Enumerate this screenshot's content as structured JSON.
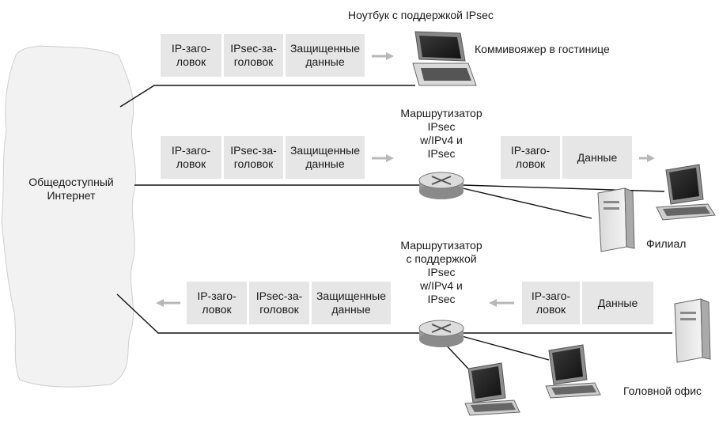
{
  "labels": {
    "laptop_title": "Ноутбук с поддержкой IPsec",
    "salesman": "Коммивояжер в гостинице",
    "internet_line1": "Общедоступный",
    "internet_line2": "Интернет",
    "router1": [
      "Маршрутизатор",
      "IPsec",
      "w/IPv4 и",
      "IPsec"
    ],
    "router2": [
      "Маршрутизатор",
      "с поддержкой",
      "IPsec",
      "w/IPv4 и",
      "IPsec"
    ],
    "branch": "Филиал",
    "hq": "Головной офис"
  },
  "packets": {
    "row1": [
      [
        "IP-заго-",
        "ловок"
      ],
      [
        "IPsec-за-",
        "головок"
      ],
      [
        "Защищенные",
        "данные"
      ]
    ],
    "row2_left": [
      [
        "IP-заго-",
        "ловок"
      ],
      [
        "IPsec-за-",
        "головок"
      ],
      [
        "Защищенные",
        "данные"
      ]
    ],
    "row2_right": [
      [
        "IP-заго-",
        "ловок"
      ],
      [
        "Данные"
      ]
    ],
    "row3_left": [
      [
        "IP-заго-",
        "ловок"
      ],
      [
        "IPsec-за-",
        "головок"
      ],
      [
        "Защищенные",
        "данные"
      ]
    ],
    "row3_right": [
      [
        "IP-заго-",
        "ловок"
      ],
      [
        "Данные"
      ]
    ]
  }
}
